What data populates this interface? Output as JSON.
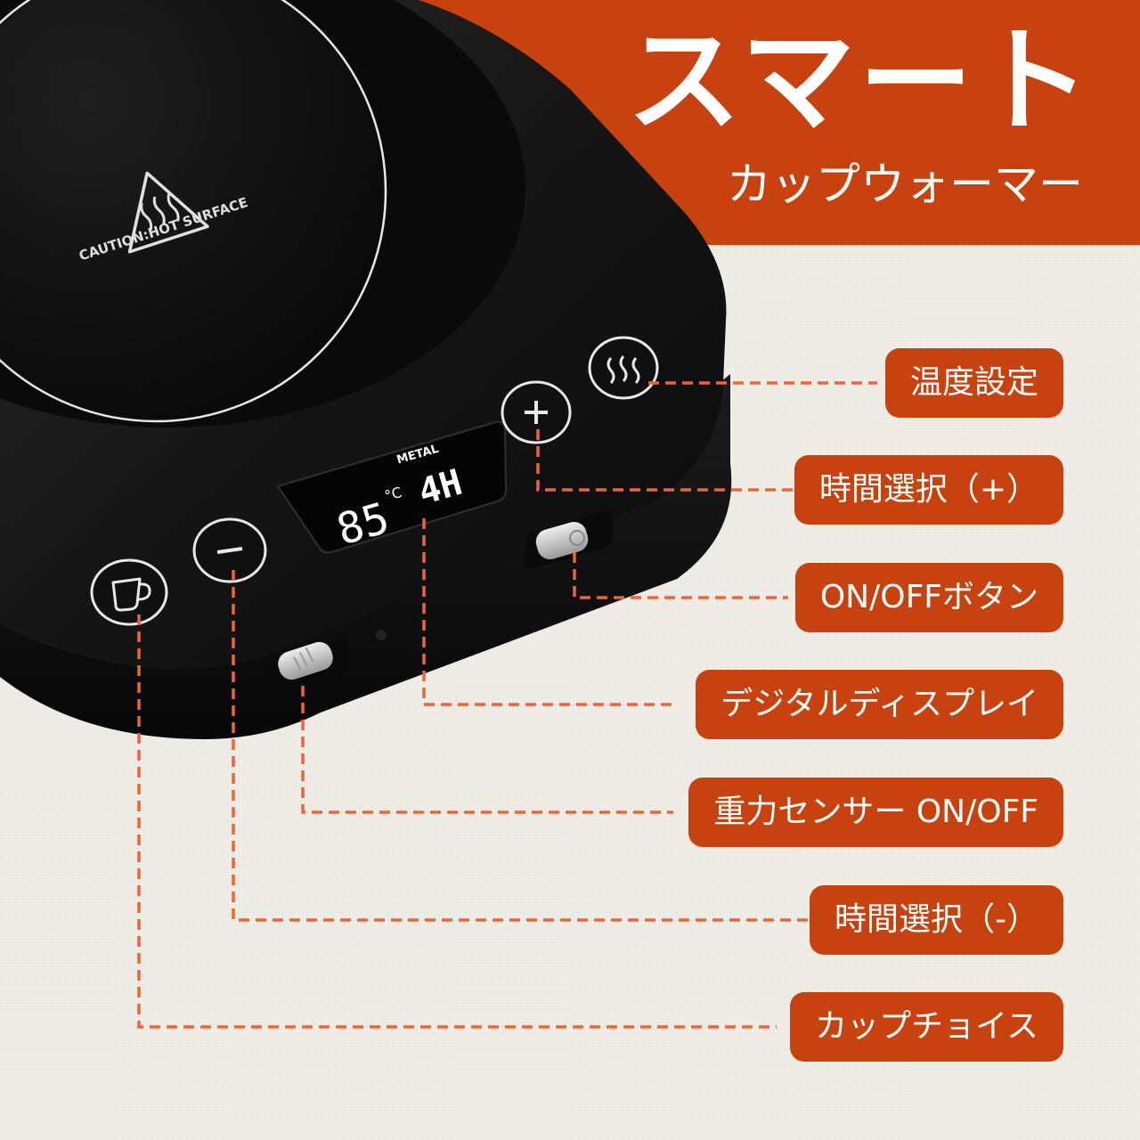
{
  "header": {
    "title": "スマート",
    "subtitle": "カップウォーマー"
  },
  "device": {
    "caution_text": "CAUTION:HOT SURFACE",
    "display_temp": "85",
    "display_unit": "°C",
    "display_mode": "METAL",
    "display_time": "4H"
  },
  "labels": [
    {
      "id": "temp-setting",
      "text": "温度設定"
    },
    {
      "id": "time-plus",
      "text": "時間選択（+）"
    },
    {
      "id": "power",
      "text": "ON/OFFボタン"
    },
    {
      "id": "display",
      "text": "デジタルディスプレイ"
    },
    {
      "id": "gravity-sensor",
      "text": "重力センサー ON/OFF"
    },
    {
      "id": "time-minus",
      "text": "時間選択（-）"
    },
    {
      "id": "cup-choice",
      "text": "カップチョイス"
    }
  ],
  "colors": {
    "accent": "#c8420f",
    "leader_line": "#e8663a",
    "device_body": "#141414"
  }
}
